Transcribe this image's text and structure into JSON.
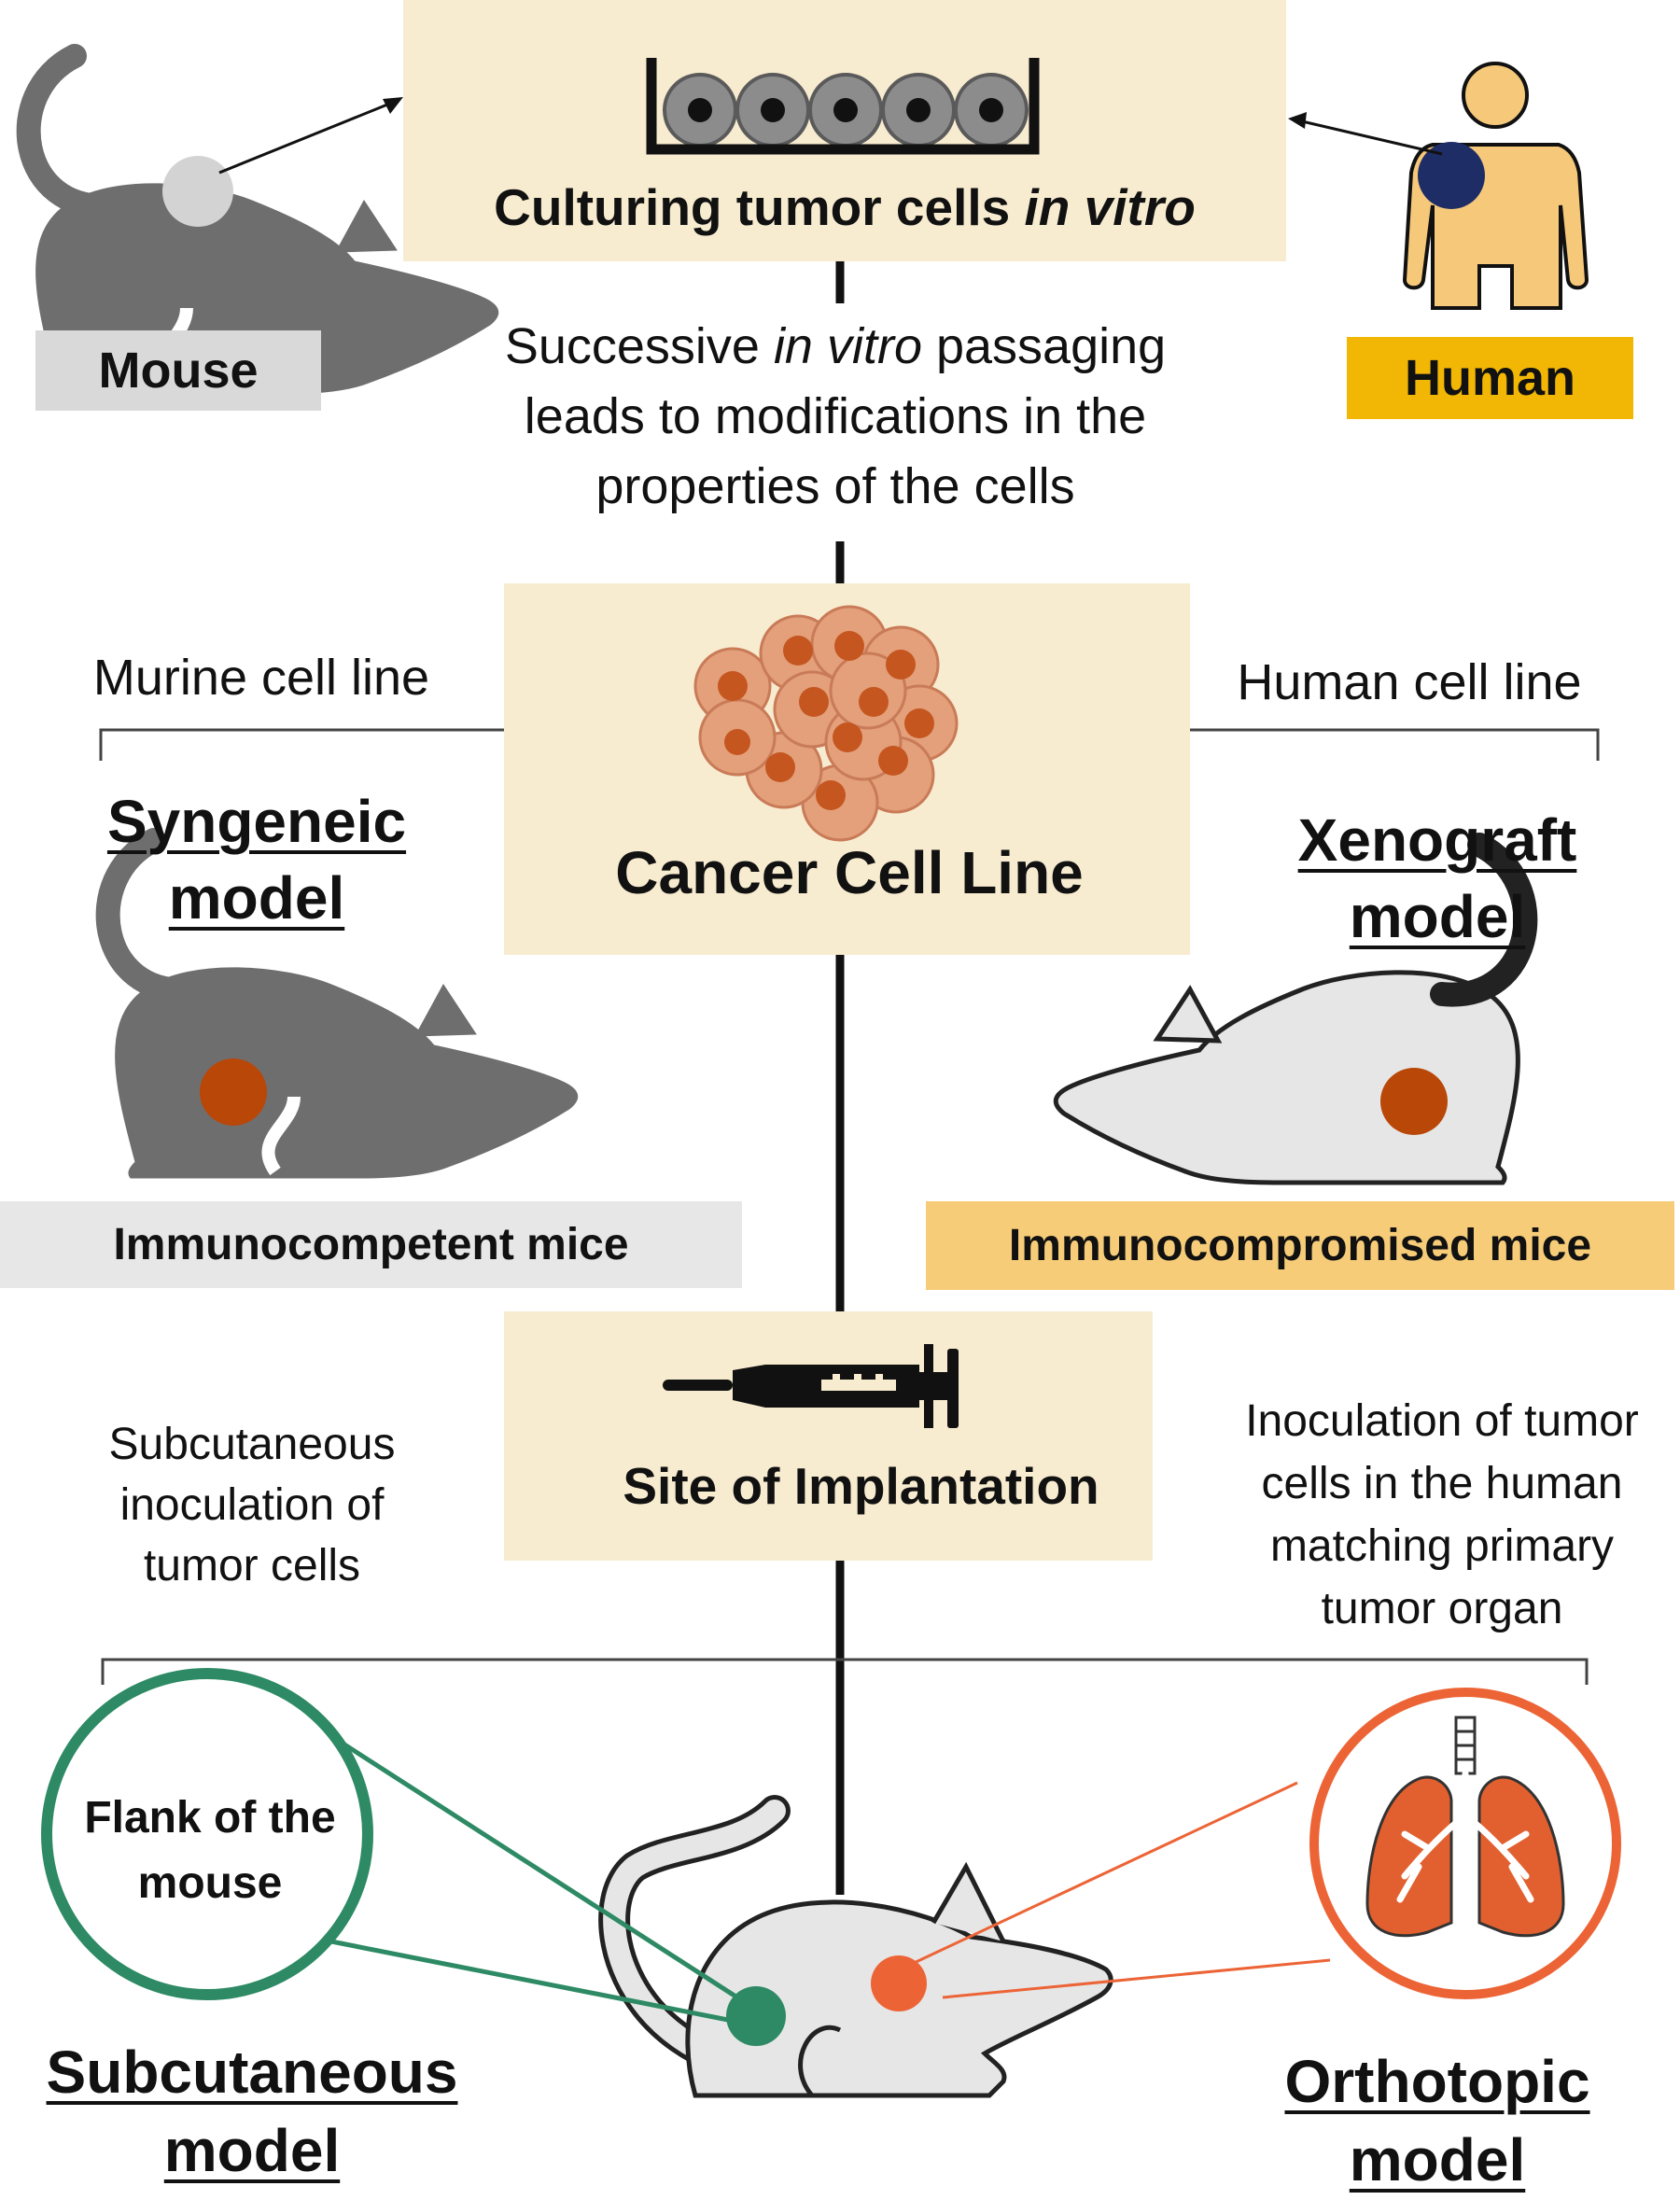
{
  "colors": {
    "box_fill": "#f8ecd0",
    "mouse_dark": "#6e6e6e",
    "mouse_light": "#e6e6e6",
    "tumor": "#b94708",
    "human_body": "#f6c87a",
    "human_tumor": "#1e2d66",
    "human_badge": "#f2b705",
    "mouse_badge": "#d9d9d9",
    "immunocompetent_badge": "#e7e7e7",
    "immunocompromised_badge": "#f6cc78",
    "cells": "#e3a07b",
    "green": "#2d8a64",
    "orange": "#ec6436",
    "lung": "#e2602f"
  },
  "top": {
    "culturing_prefix": "Culturing tumor cells ",
    "culturing_italic": "in vitro",
    "mouse_label": "Mouse",
    "human_label": "Human",
    "passaging_l1_prefix": "Successive ",
    "passaging_l1_italic": "in vitro",
    "passaging_l1_suffix": " passaging",
    "passaging_l2": "leads to modifications in the",
    "passaging_l3": "properties of the cells"
  },
  "middle": {
    "cell_line_title": "Cancer Cell Line",
    "murine_label": "Murine cell line",
    "human_cell_label": "Human cell line",
    "syngeneic_l1": "Syngeneic",
    "syngeneic_l2": "model",
    "xenograft_l1": "Xenograft",
    "xenograft_l2": "model",
    "immunocompetent": "Immunocompetent mice",
    "immunocompromised": "Immunocompromised mice"
  },
  "implant": {
    "site_title": "Site of Implantation",
    "subcutaneous_l1": "Subcutaneous",
    "subcutaneous_l2": "inoculation of",
    "subcutaneous_l3": "tumor cells",
    "orthotopic_l1": "Inoculation of tumor",
    "orthotopic_l2": "cells in the human",
    "orthotopic_l3": "matching primary",
    "orthotopic_l4": "tumor organ"
  },
  "bottom": {
    "flank_l1": "Flank of the",
    "flank_l2": "mouse",
    "subcutaneous_model_l1": "Subcutaneous",
    "subcutaneous_model_l2": "model",
    "orthotopic_model_l1": "Orthotopic",
    "orthotopic_model_l2": "model"
  },
  "icons": [
    "mouse-icon",
    "human-icon",
    "culture-dish-icon",
    "cell-cluster-icon",
    "syringe-icon",
    "lung-icon"
  ]
}
